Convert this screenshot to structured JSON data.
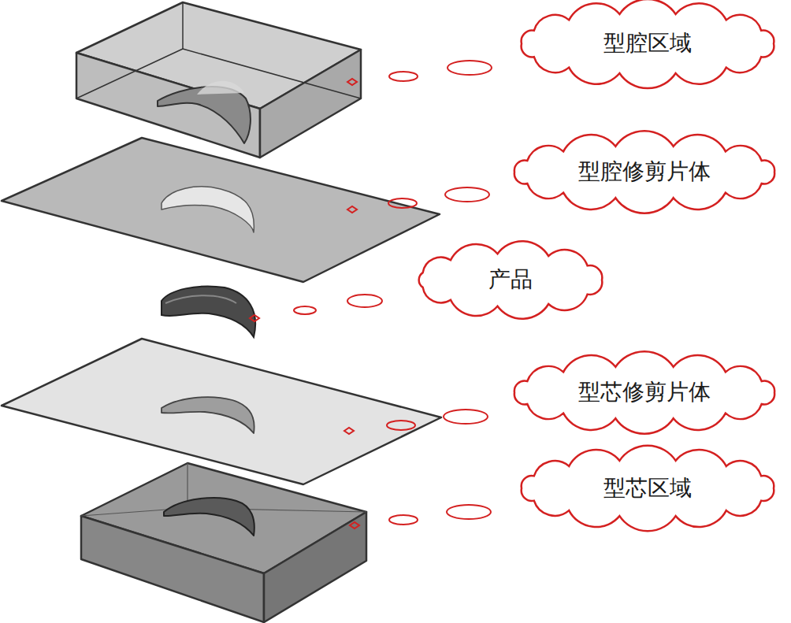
{
  "diagram": {
    "nodes": [
      {
        "text": [
          "型腔区域"
        ]
      },
      {
        "text": [
          "型腔修剪片体"
        ]
      },
      {
        "text": [
          "产品"
        ]
      },
      {
        "text": [
          "型芯修剪片体"
        ]
      },
      {
        "text": [
          "型芯区域"
        ]
      }
    ]
  }
}
